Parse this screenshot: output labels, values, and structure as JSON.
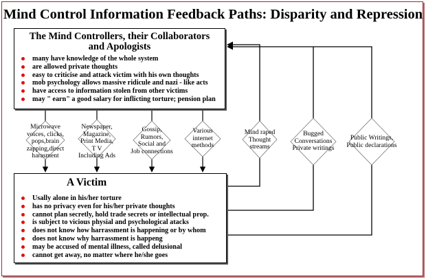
{
  "title": "Mind Control Information Feedback Paths: Disparity and Repression",
  "controllers": {
    "title_line1": "The Mind Controllers, their Collaborators",
    "title_line2": "and Apologists",
    "items": [
      "many have knowledge of the whole system",
      "are allowed private thoughts",
      "easy to criticise and attack victim with his own thoughts",
      "mob psychology allows massive ridicule and nazi - like acts",
      "have access to information stolen from other victims",
      "may \" earn\" a good salary for inflicting torture; pension plan"
    ]
  },
  "victim": {
    "title": "A Victim",
    "items": [
      "Usally alone in his/her torture",
      "has no privacy even for his/her private thoughts",
      "cannot plan secretly, hold trade secrets or intellectual prop.",
      "is subject to vicious physial and psychological atacks",
      "does not know how harrassment is happening or by whom",
      "does not know why harrassment is happeng",
      "may be accused of mental illness, called delusional",
      "cannot get away, no matter where he/she goes"
    ]
  },
  "channels_down": [
    [
      "Microwave",
      "voices, clicks,",
      "pops,brain",
      "zapping,direct",
      "harasment"
    ],
    [
      "Newspaper,",
      "Magazine,",
      "Print Media,",
      "T V",
      "Including Ads"
    ],
    [
      "Gossip,",
      "Rumors,",
      "Social and",
      "Job connections"
    ],
    [
      "Various",
      "internet",
      "methods"
    ]
  ],
  "channels_up": [
    [
      "Mind raped",
      "Thought",
      "streams"
    ],
    [
      "Bugged",
      "Conversations",
      "Private writings"
    ],
    [
      "Public Writings,",
      "Public declarations"
    ]
  ]
}
